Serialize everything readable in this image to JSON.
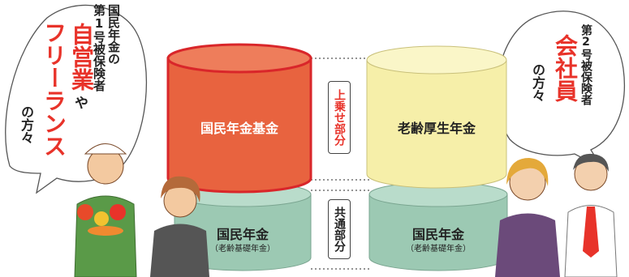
{
  "left_bubble": {
    "line1": "国民年金の",
    "line2": "第1号被保険者",
    "line3": "自営業",
    "line3b": "や",
    "line4": "フリーランス",
    "line5": "の方々"
  },
  "right_bubble": {
    "line1": "第2号被保険者",
    "line2": "会社員",
    "line3": "の方々"
  },
  "cylinders": {
    "upper_left": "国民年金基金",
    "upper_right": "老齢厚生年金",
    "lower_left_title": "国民年金",
    "lower_left_sub": "（老齢基礎年金）",
    "lower_right_title": "国民年金",
    "lower_right_sub": "（老齢基礎年金）"
  },
  "tier_labels": {
    "upper": "上乗せ部分",
    "lower": "共通部分"
  },
  "colors": {
    "upper_left": "#e8633f",
    "upper_left_border": "#d9262a",
    "upper_right": "#f6efa9",
    "lower": "#9cc9b3",
    "accent": "#e8332a"
  }
}
